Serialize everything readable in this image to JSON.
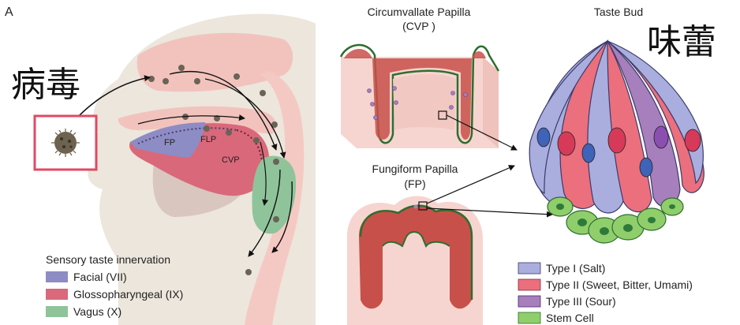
{
  "panel_letter": "A",
  "virus_label": "病毒",
  "taste_bud_cjk": "味蕾",
  "head": {
    "label_fp": "FP",
    "label_flp": "FLP",
    "label_cvp": "CVP"
  },
  "legend_left": {
    "title": "Sensory taste innervation",
    "items": [
      {
        "label": "Facial (VII)",
        "color": "#8e8cc4"
      },
      {
        "label": "Glossopharyngeal (IX)",
        "color": "#d9697b"
      },
      {
        "label": "Vagus (X)",
        "color": "#8fc49a"
      }
    ]
  },
  "cvp": {
    "title": "Circumvallate Papilla",
    "abbr": "(CVP )"
  },
  "fp": {
    "title": "Fungiform Papilla",
    "abbr": "(FP)"
  },
  "taste_bud": {
    "title": "Taste Bud"
  },
  "legend_right": {
    "items": [
      {
        "label": "Type I (Salt)",
        "color": "#a9aedf"
      },
      {
        "label": "Type II (Sweet, Bitter, Umami)",
        "color": "#ec6f7d"
      },
      {
        "label": "Type III (Sour)",
        "color": "#a77fbd"
      },
      {
        "label": "Stem Cell",
        "color": "#8fce6a"
      }
    ]
  },
  "colors": {
    "tissue_pink": "#f4c4c0",
    "tissue_light": "#f8dcd6",
    "muscle_red": "#c8504a",
    "head_skin": "#ece6dc",
    "border_box": "#e04a63"
  }
}
